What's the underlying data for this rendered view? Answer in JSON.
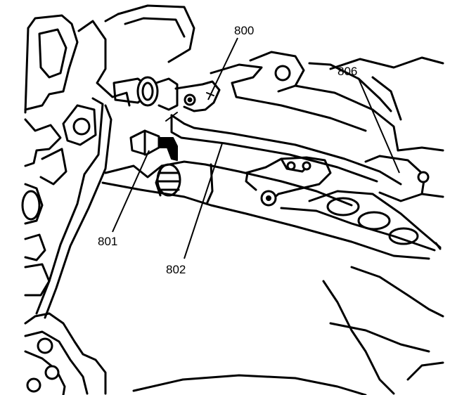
{
  "callouts": [
    {
      "id": "800",
      "label": "800"
    },
    {
      "id": "801",
      "label": "801"
    },
    {
      "id": "802",
      "label": "802"
    },
    {
      "id": "806",
      "label": "806"
    }
  ]
}
